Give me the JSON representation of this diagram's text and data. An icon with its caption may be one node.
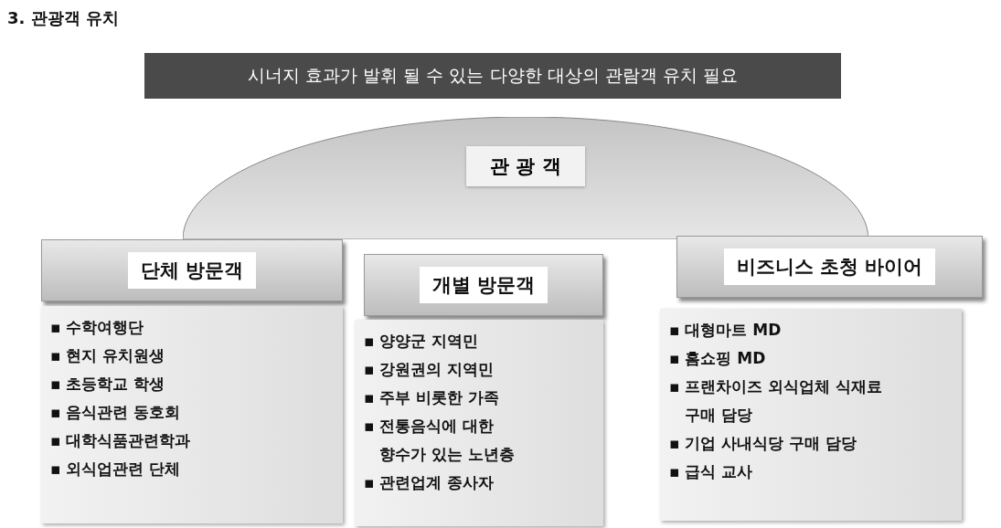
{
  "diagram": {
    "title": "3. 관광객 유치",
    "nodes": [
      {
        "text": [
          "시너지 효과가 발휘 될 수 있는 다양한 대상의 관람객 유치 필요"
        ]
      },
      {
        "text": [
          "관 광 객"
        ]
      },
      {
        "text": [
          "단체 방문객"
        ]
      },
      {
        "text": [
          "▪ 수학여행단",
          "▪ 현지 유치원생",
          "▪ 초등학교 학생",
          "▪ 음식관련 동호회",
          "▪ 대학식품관련학과",
          "▪ 외식업관련 단체"
        ]
      },
      {
        "text": [
          "개별 방문객"
        ]
      },
      {
        "text": [
          "▪ 양양군 지역민",
          "▪ 강원권의 지역민",
          "▪ 주부 비롯한 가족",
          "▪ 전통음식에 대한 향수가 있는 노년층",
          "▪ 관련업계 종사자"
        ]
      },
      {
        "text": [
          "비즈니스 초청 바이어"
        ]
      },
      {
        "text": [
          "▪ 대형마트 MD",
          "▪ 홈쇼핑 MD",
          "▪ 프랜차이즈 외식업체 식재료 구매 담당",
          "▪ 기업 사내식당 구매 담당",
          "▪ 급식 교사"
        ]
      }
    ],
    "edges": []
  }
}
